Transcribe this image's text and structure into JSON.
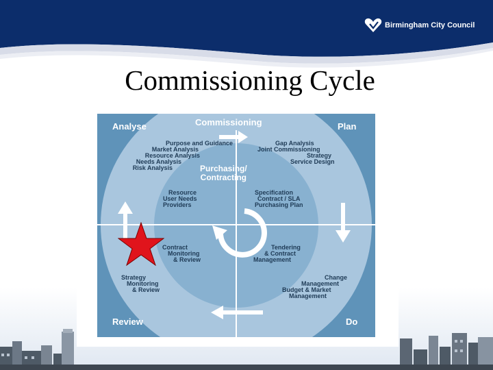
{
  "header": {
    "logo_text": "Birmingham City Council",
    "colors": {
      "band": "#0c2d6b",
      "swoosh": "#d8dce8",
      "accent": "#c7252f"
    }
  },
  "slide": {
    "title": "Commissioning Cycle"
  },
  "diagram": {
    "corners": {
      "top_left": "Analyse",
      "top_right": "Plan",
      "bottom_left": "Review",
      "bottom_right": "Do"
    },
    "outer_title": "Commissioning",
    "inner_title": [
      "Purchasing/",
      "Contracting"
    ],
    "analyse_items": [
      "Purpose and Guidance",
      "Market Analysis",
      "Resource Analysis",
      "Needs Analysis",
      "Risk Analysis"
    ],
    "plan_items": [
      "Gap Analysis",
      "Joint Commissioning",
      "Strategy",
      "Service Design"
    ],
    "inner_left_top": [
      "Resource",
      "User Needs",
      "Providers"
    ],
    "inner_right_top": [
      "Specification",
      "Contract / SLA",
      "Purchasing Plan"
    ],
    "inner_left_bottom": [
      "Contract",
      "Monitoring",
      "& Review"
    ],
    "inner_right_bottom": [
      "Tendering",
      "& Contract",
      "Management"
    ],
    "review_items": [
      "Strategy",
      "Monitoring",
      "& Review"
    ],
    "do_items": [
      "Change",
      "Management",
      "Budget & Market",
      "Management"
    ],
    "colors": {
      "panel": "#5f93b9",
      "outer_circle": "#a9c6de",
      "inner_circle": "#88b1d0",
      "text": "#1f3b56",
      "star": "#e0141c"
    }
  }
}
